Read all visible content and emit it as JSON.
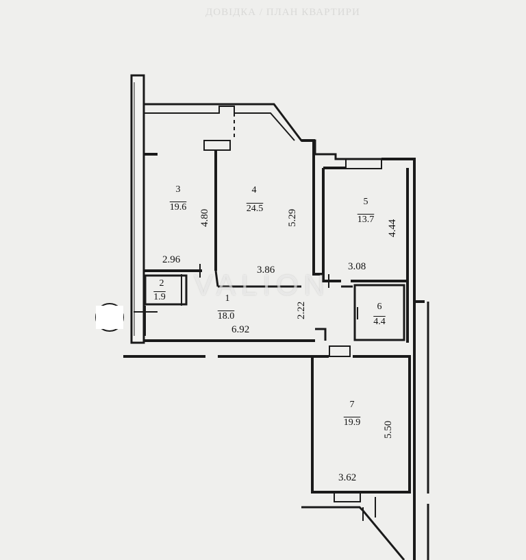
{
  "header_faded_text": "ДОВІДКА / ПЛАН КВАРТИРИ",
  "watermark": "VALION",
  "rooms": [
    {
      "number": "3",
      "area": "19.6"
    },
    {
      "number": "4",
      "area": "24.5"
    },
    {
      "number": "5",
      "area": "13.7"
    },
    {
      "number": "2",
      "area": "1.9"
    },
    {
      "number": "1",
      "area": "18.0"
    },
    {
      "number": "6",
      "area": "4.4"
    },
    {
      "number": "7",
      "area": "19.9"
    }
  ],
  "dimensions": {
    "room3_height": "4.80",
    "room3_width": "2.96",
    "room4_height": "5.29",
    "room4_width": "3.86",
    "room5_height": "4.44",
    "room5_width": "3.08",
    "hall_width": "6.92",
    "hall_depth": "2.22",
    "room7_height": "5.50",
    "room7_width": "3.62"
  },
  "colors": {
    "background": "#efefed",
    "wall": "#1a1a1a"
  }
}
